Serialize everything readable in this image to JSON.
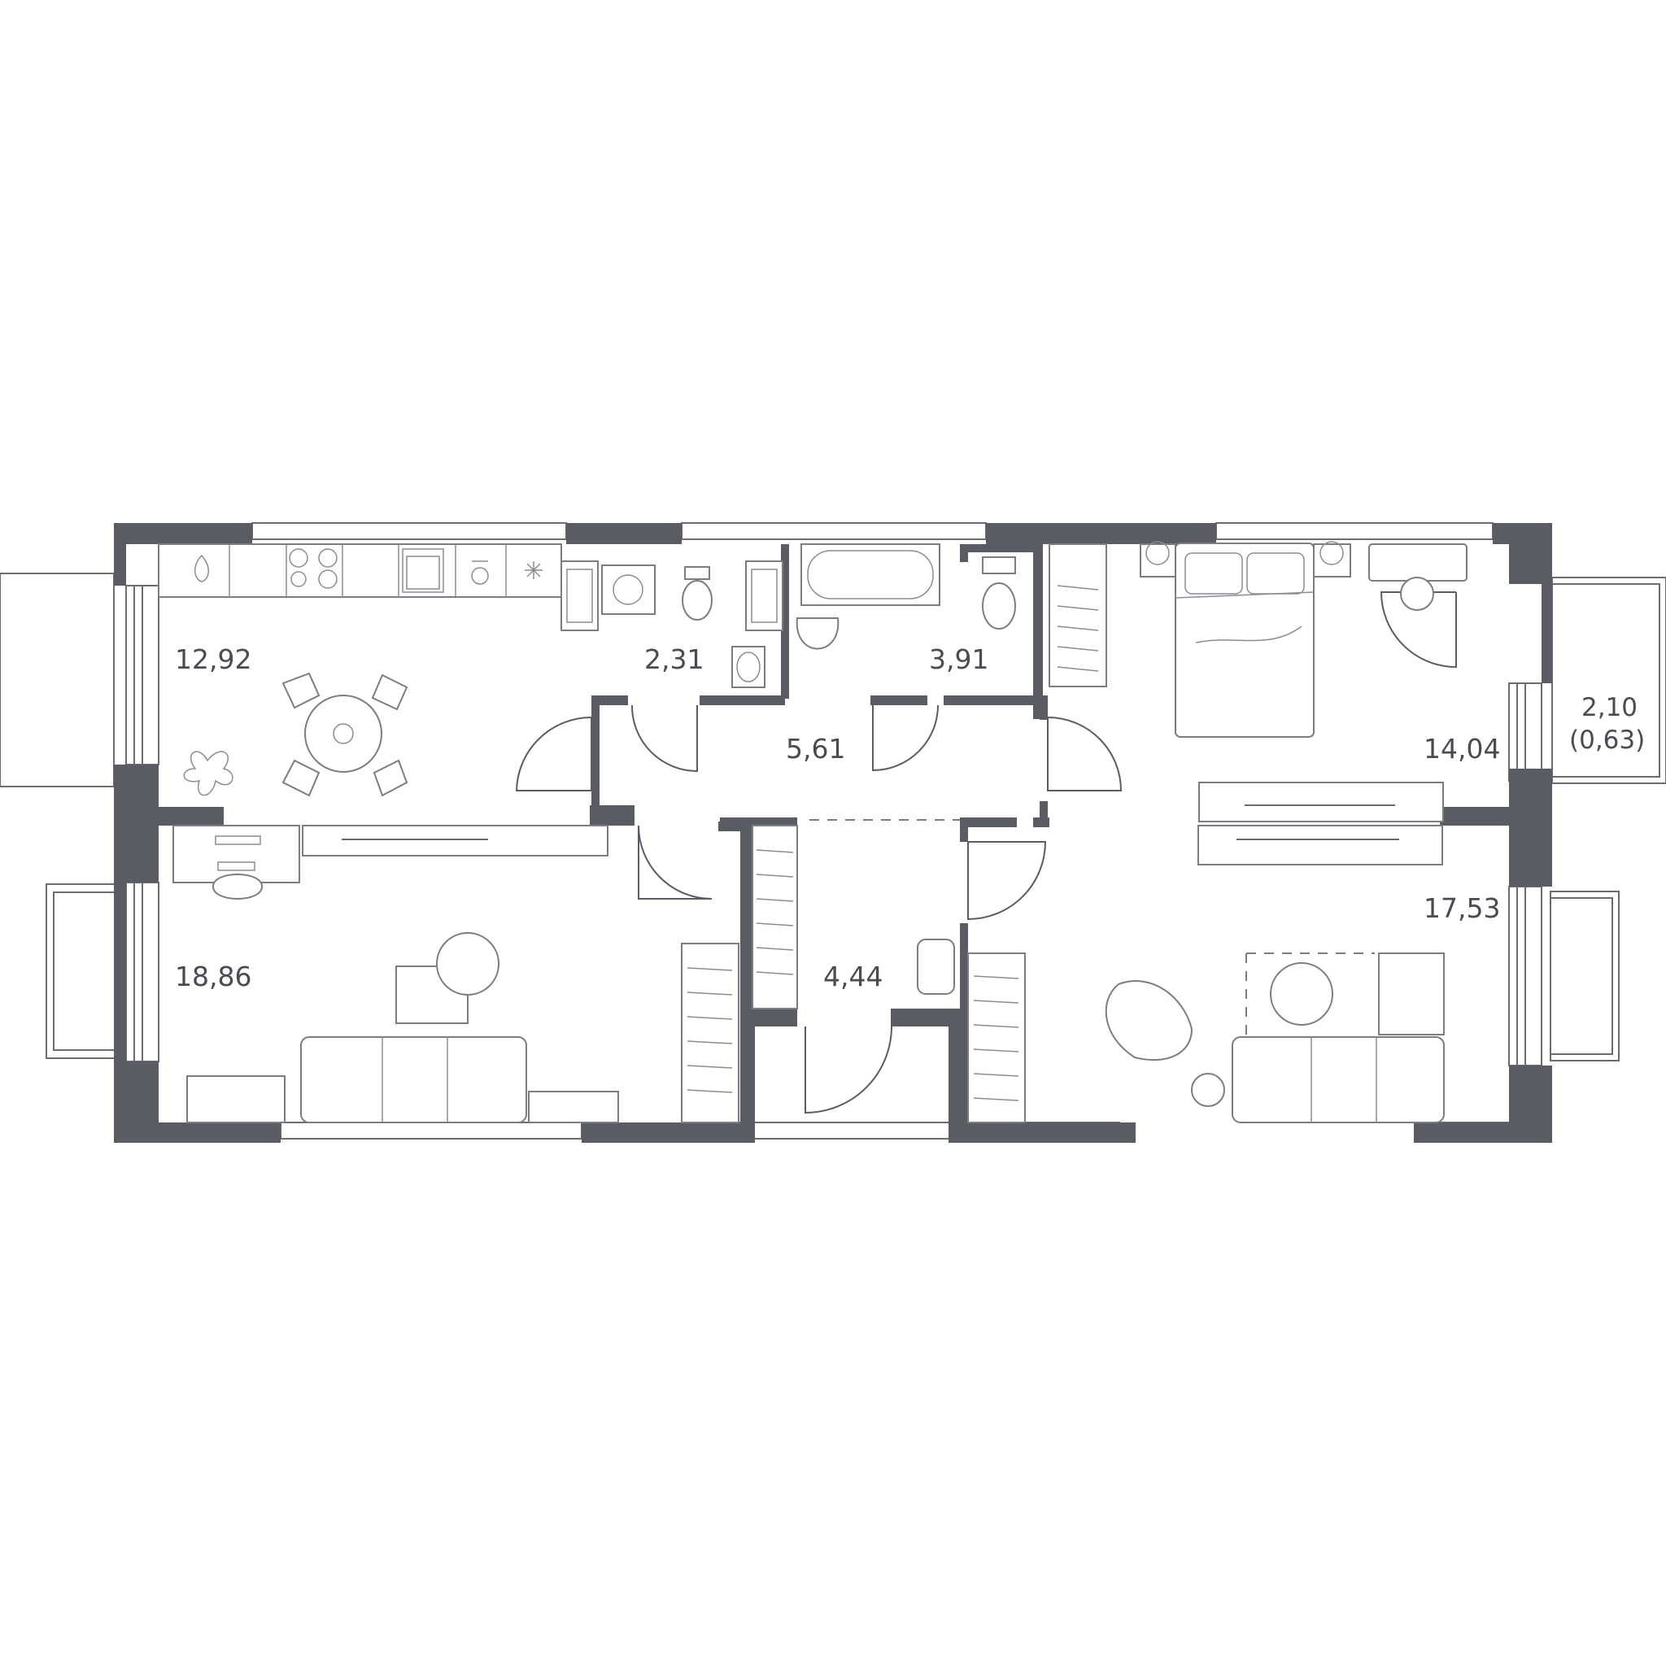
{
  "rooms": [
    {
      "id": "kitchen",
      "area": "12,92"
    },
    {
      "id": "bathroom-small",
      "area": "2,31"
    },
    {
      "id": "bathroom-large",
      "area": "3,91"
    },
    {
      "id": "hallway",
      "area": "5,61"
    },
    {
      "id": "bedroom",
      "area": "14,04"
    },
    {
      "id": "balcony",
      "area": "2,10",
      "sub_area": "(0,63)"
    },
    {
      "id": "living-room-left",
      "area": "18,86"
    },
    {
      "id": "entrance",
      "area": "4,44"
    },
    {
      "id": "living-room-right",
      "area": "17,53"
    }
  ],
  "icons": [
    "stove-icon",
    "sink-icon",
    "washer-icon",
    "toilet-icon",
    "bathtub-icon",
    "bed-icon",
    "sofa-icon",
    "table-icon",
    "plant-icon",
    "armchair-icon",
    "tv-icon",
    "desk-icon"
  ],
  "colors": {
    "wall": "#5a5c63",
    "furniture_stroke": "#7b7d83",
    "background": "#ffffff"
  }
}
